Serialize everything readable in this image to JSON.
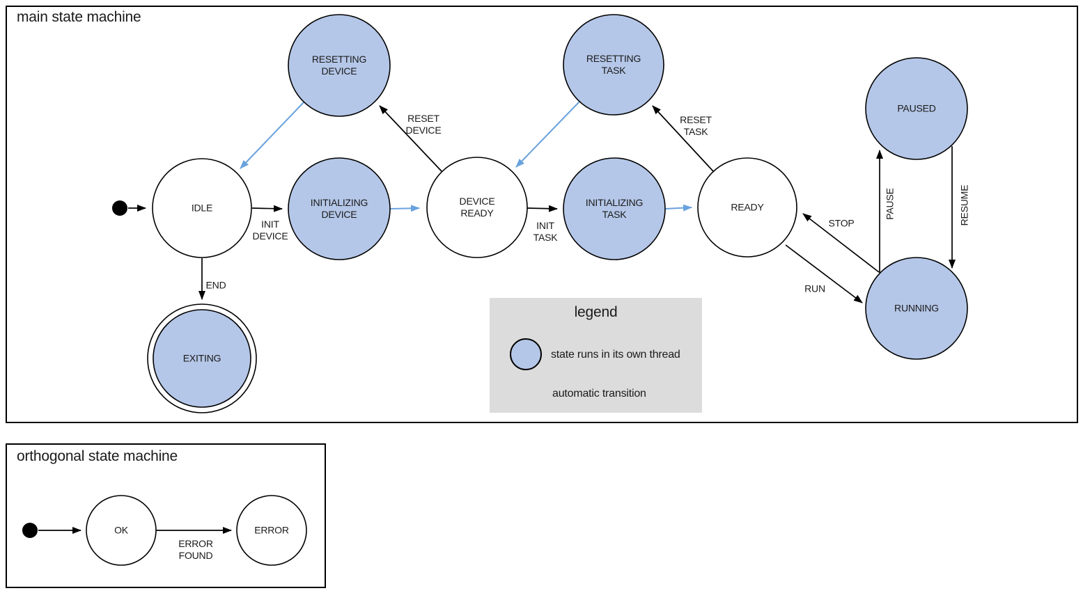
{
  "colors": {
    "thread_state_fill": "#b5c7e8",
    "auto_transition_blue": "#69a2dd",
    "legend_background": "#dcdcdc",
    "line_black": "#000000"
  },
  "main": {
    "title": "main state machine",
    "states": {
      "idle": "IDLE",
      "resetting_device": "RESETTING\nDEVICE",
      "initializing_device": "INITIALIZING\nDEVICE",
      "device_ready": "DEVICE\nREADY",
      "resetting_task": "RESETTING\nTASK",
      "initializing_task": "INITIALIZING\nTASK",
      "ready": "READY",
      "paused": "PAUSED",
      "running": "RUNNING",
      "exiting": "EXITING"
    },
    "transitions": {
      "init_device": "INIT\nDEVICE",
      "reset_device": "RESET\nDEVICE",
      "init_task": "INIT\nTASK",
      "reset_task": "RESET\nTASK",
      "end": "END",
      "run": "RUN",
      "stop": "STOP",
      "pause": "PAUSE",
      "resume": "RESUME"
    }
  },
  "legend": {
    "title": "legend",
    "thread_state_label": "state runs in its own thread",
    "auto_transition_label": "automatic transition"
  },
  "orthogonal": {
    "title": "orthogonal state machine",
    "states": {
      "ok": "OK",
      "error": "ERROR"
    },
    "transitions": {
      "error_found": "ERROR\nFOUND"
    }
  }
}
